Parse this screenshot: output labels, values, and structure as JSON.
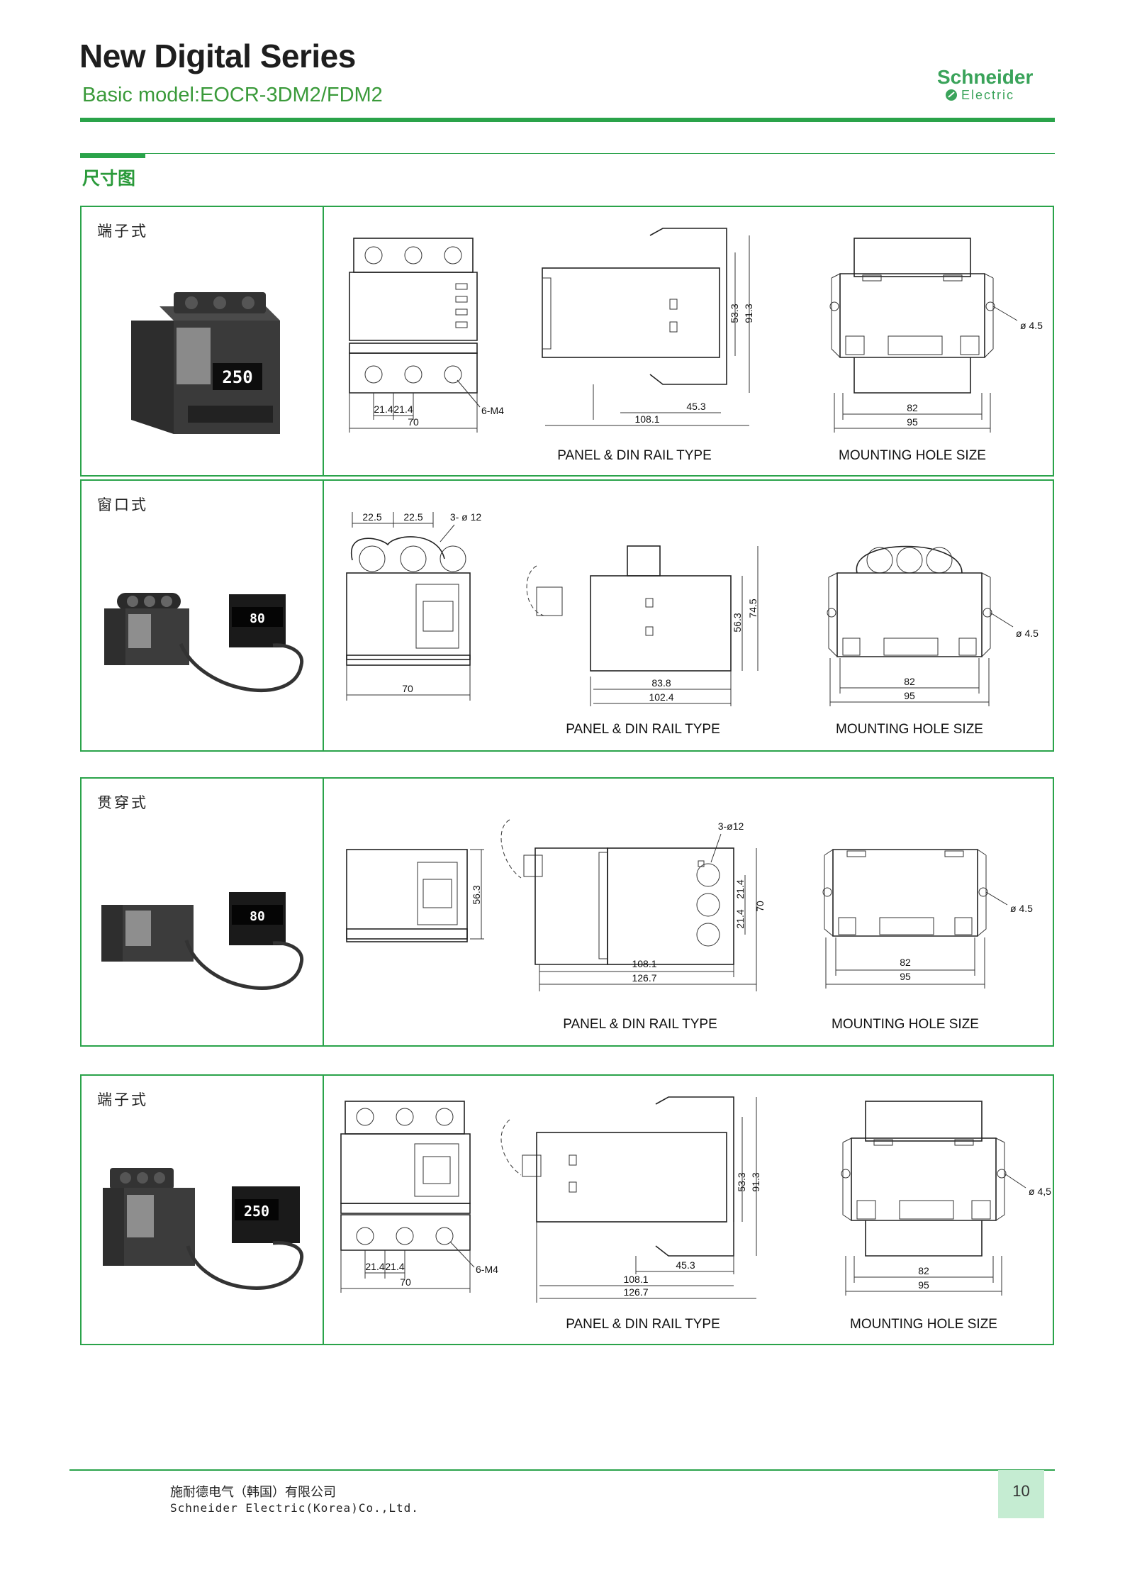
{
  "header": {
    "title": "New Digital Series",
    "subtitle": "Basic model:EOCR-3DM2/FDM2",
    "brand_name": "Schneider",
    "brand_sub": "Electric",
    "accent_color": "#2aa34a"
  },
  "section": {
    "title": "尺寸图"
  },
  "rows": [
    {
      "label": "端子式",
      "captions": {
        "left": "PANEL & DIN RAIL TYPE",
        "right": "MOUNTING HOLE SIZE"
      },
      "display": "250",
      "front": {
        "d1": "21.4",
        "d2": "21.4",
        "width": "70",
        "screw": "6-M4"
      },
      "side": {
        "d1": "45.3",
        "width": "108.1",
        "h1": "53.3",
        "h2": "91.3"
      },
      "mount": {
        "hole": "ø 4.5",
        "inner": "82",
        "outer": "95"
      }
    },
    {
      "label": "窗口式",
      "captions": {
        "left": "PANEL & DIN RAIL TYPE",
        "right": "MOUNTING HOLE SIZE"
      },
      "display": "80",
      "front": {
        "d1": "22.5",
        "d2": "22.5",
        "holes": "3- ø 12",
        "width": "70"
      },
      "side": {
        "d1": "83.8",
        "width": "102.4",
        "h1": "56.3",
        "h2": "74.5"
      },
      "mount": {
        "hole": "ø 4.5",
        "inner": "82",
        "outer": "95"
      }
    },
    {
      "label": "贯穿式",
      "captions": {
        "left": "PANEL & DIN RAIL TYPE",
        "right": "MOUNTING HOLE SIZE"
      },
      "display": "80",
      "front": {
        "h1": "56.3"
      },
      "side": {
        "holes": "3-ø12",
        "d1": "21.4",
        "d2": "21.4",
        "h1": "70",
        "w1": "108.1",
        "w2": "126.7"
      },
      "mount": {
        "hole": "ø 4.5",
        "inner": "82",
        "outer": "95"
      }
    },
    {
      "label": "端子式",
      "captions": {
        "left": "PANEL & DIN RAIL TYPE",
        "right": "MOUNTING HOLE SIZE"
      },
      "display": "250",
      "front": {
        "d1": "21.4",
        "d2": "21.4",
        "width": "70",
        "screw": "6-M4"
      },
      "side": {
        "d1": "45.3",
        "w1": "108.1",
        "w2": "126.7",
        "h1": "53.3",
        "h2": "91.3"
      },
      "mount": {
        "hole": "ø 4,5",
        "inner": "82",
        "outer": "95"
      }
    }
  ],
  "footer": {
    "company_cn": "施耐德电气（韩国）有限公司",
    "company_en": "Schneider Electric(Korea)Co.,Ltd.",
    "page": "10"
  }
}
